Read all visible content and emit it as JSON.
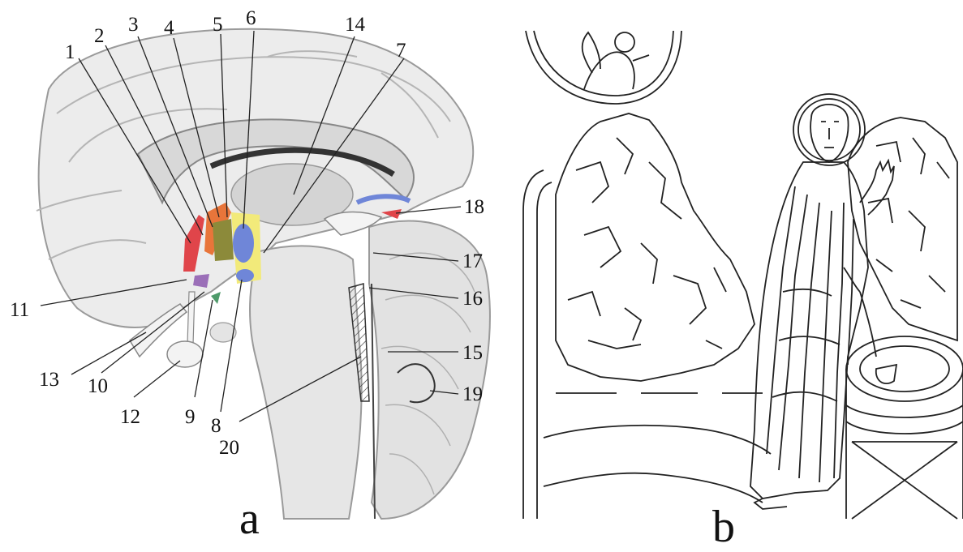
{
  "figure": {
    "panel_a": {
      "letter": "a",
      "labels": {
        "n1": "1",
        "n2": "2",
        "n3": "3",
        "n4": "4",
        "n5": "5",
        "n6": "6",
        "n7": "7",
        "n8": "8",
        "n9": "9",
        "n10": "10",
        "n11": "11",
        "n12": "12",
        "n13": "13",
        "n14": "14",
        "n15": "15",
        "n16": "16",
        "n17": "17",
        "n18": "18",
        "n19": "19",
        "n20": "20"
      }
    },
    "panel_b": {
      "letter": "b"
    }
  },
  "colors": {
    "red": "#e0454a",
    "orange": "#e8753a",
    "blue": "#6f86d8",
    "purple": "#9b6fb8",
    "yellow": "#f2ea7a",
    "olive": "#8c8a3a",
    "green": "#4e9a6a",
    "line": "#333333",
    "shade": "#e4e4e4"
  }
}
